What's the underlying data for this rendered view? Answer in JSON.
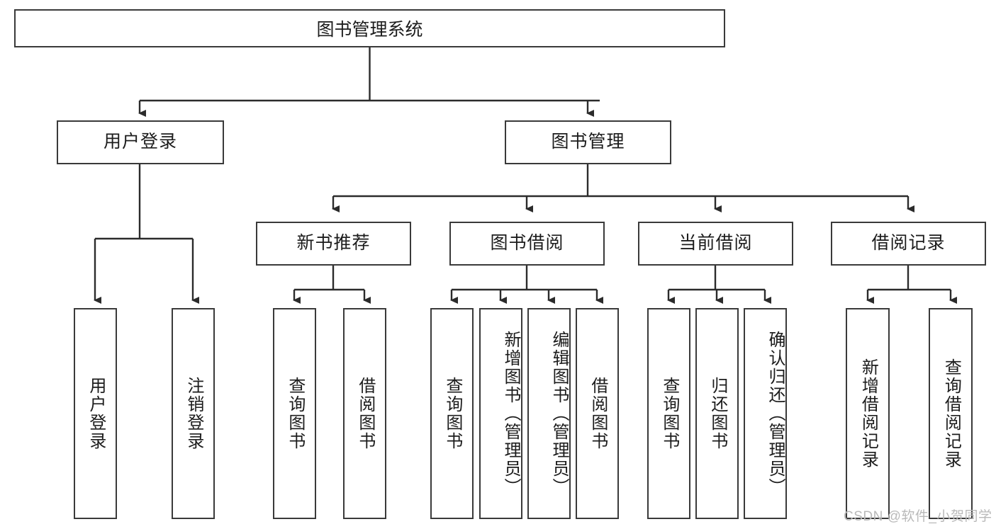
{
  "diagram": {
    "title_node": {
      "label": "图书管理系统"
    },
    "level2": [
      {
        "id": "user-login",
        "label": "用户登录"
      },
      {
        "id": "book-management",
        "label": "图书管理"
      }
    ],
    "level3": [
      {
        "id": "new-book-recommend",
        "label": "新书推荐"
      },
      {
        "id": "book-borrow",
        "label": "图书借阅"
      },
      {
        "id": "current-borrow",
        "label": "当前借阅"
      },
      {
        "id": "borrow-record",
        "label": "借阅记录"
      }
    ],
    "leaves": {
      "user_login": [
        {
          "id": "login",
          "label": "用户登录"
        },
        {
          "id": "logout",
          "label": "注销登录"
        }
      ],
      "new_book_recommend": [
        {
          "id": "query-book-1",
          "label": "查询图书"
        },
        {
          "id": "borrow-book-1",
          "label": "借阅图书"
        }
      ],
      "book_borrow": [
        {
          "id": "query-book-2",
          "label": "查询图书"
        },
        {
          "id": "add-book",
          "label": "新增图书（管理员）"
        },
        {
          "id": "edit-book",
          "label": "编辑图书（管理员）"
        },
        {
          "id": "borrow-book-2",
          "label": "借阅图书"
        }
      ],
      "current_borrow": [
        {
          "id": "query-book-3",
          "label": "查询图书"
        },
        {
          "id": "return-book",
          "label": "归还图书"
        },
        {
          "id": "confirm-return",
          "label": "确认归还（管理员）"
        }
      ],
      "borrow_record": [
        {
          "id": "add-borrow-record",
          "label": "新增借阅记录"
        },
        {
          "id": "query-borrow-record",
          "label": "查询借阅记录"
        }
      ]
    },
    "watermark": "CSDN @软件_小贺同学",
    "colors": {
      "stroke": "#3a3a3a",
      "fill": "#ffffff",
      "text": "#1c1c1c",
      "watermark": "#b9b9b9"
    }
  }
}
